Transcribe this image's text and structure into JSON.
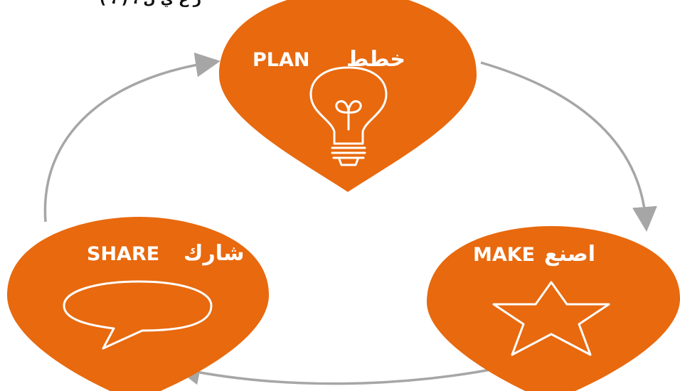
{
  "caption": "ر ع   ي   ل   ،   (    ، )",
  "colors": {
    "petal": "#E8690E",
    "arrow": "#A6A6A6",
    "icon_stroke": "#FFFFFF",
    "label": "#FFFFFF"
  },
  "cycle": [
    {
      "key": "plan",
      "en": "PLAN",
      "ar": "خطط",
      "icon": "lightbulb-icon"
    },
    {
      "key": "make",
      "en": "MAKE",
      "ar": "اصنع",
      "icon": "star-icon"
    },
    {
      "key": "share",
      "en": "SHARE",
      "ar": "شارك",
      "icon": "speech-bubble-icon"
    }
  ]
}
